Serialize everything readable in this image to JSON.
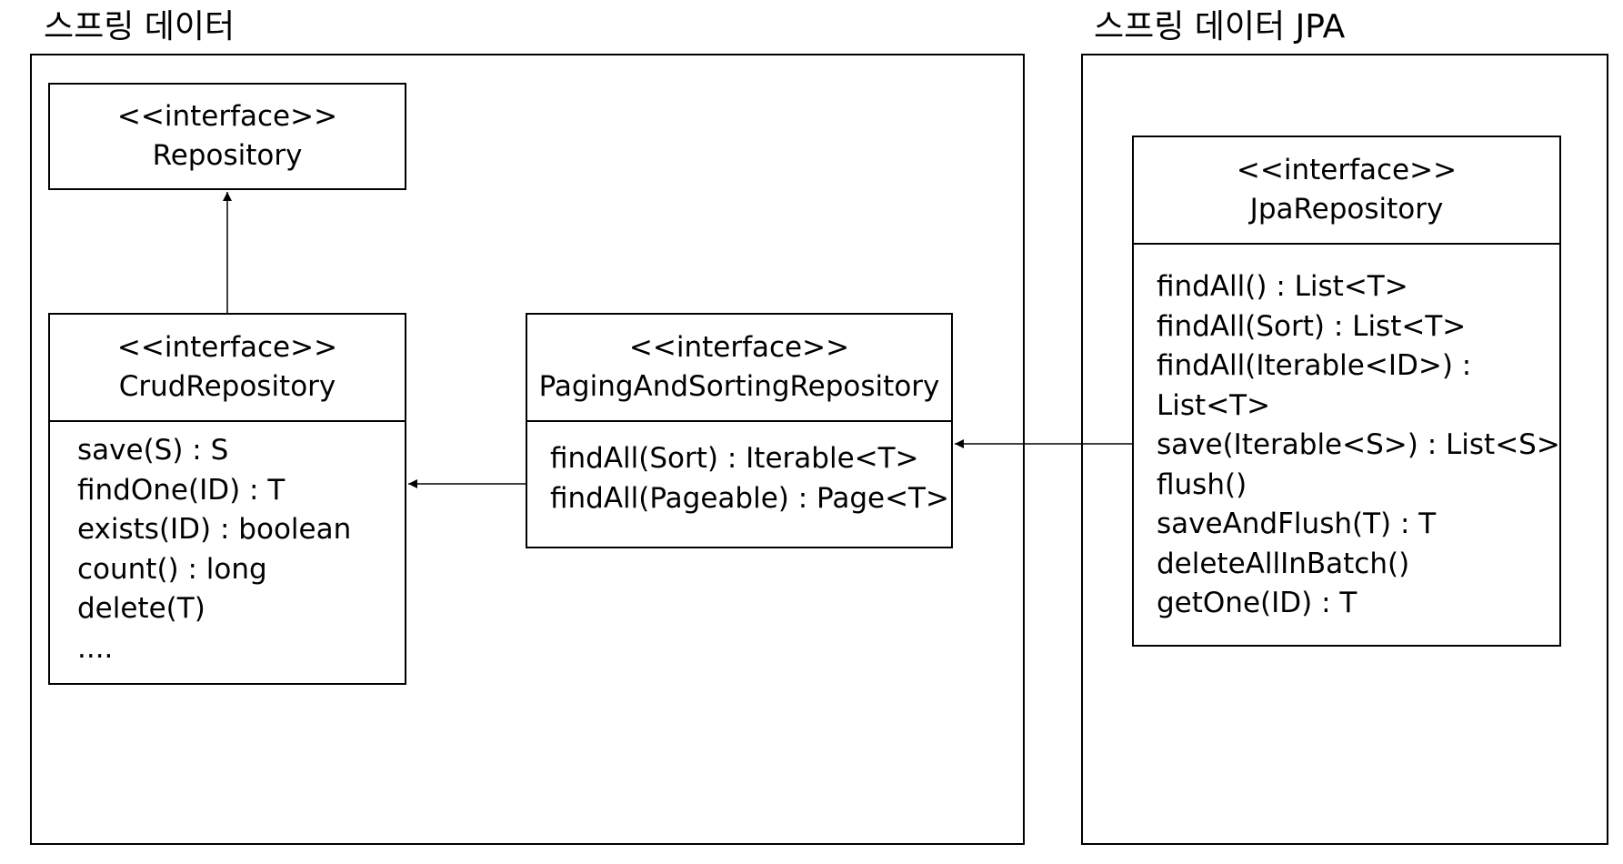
{
  "packages": {
    "spring_data": {
      "title": "스프링 데이터"
    },
    "spring_data_jpa": {
      "title": "스프링 데이터 JPA"
    }
  },
  "classes": {
    "repository": {
      "stereotype": "<<interface>>",
      "name": "Repository"
    },
    "crud_repository": {
      "stereotype": "<<interface>>",
      "name": "CrudRepository",
      "methods": [
        "save(S) : S",
        "findOne(ID) : T",
        "exists(ID) : boolean",
        "count() : long",
        "delete(T)",
        "...."
      ]
    },
    "paging_sorting_repository": {
      "stereotype": "<<interface>>",
      "name": "PagingAndSortingRepository",
      "methods": [
        "findAll(Sort) : Iterable<T>",
        "findAll(Pageable) : Page<T>"
      ]
    },
    "jpa_repository": {
      "stereotype": "<<interface>>",
      "name": "JpaRepository",
      "methods": [
        "findAll() : List<T>",
        "findAll(Sort) : List<T>",
        "findAll(Iterable<ID>) :",
        "List<T>",
        "save(Iterable<S>) : List<S>",
        "flush()",
        "saveAndFlush(T) : T",
        "deleteAllInBatch()",
        "getOne(ID) : T"
      ]
    }
  },
  "relations": [
    {
      "from": "CrudRepository",
      "to": "Repository",
      "kind": "inheritance"
    },
    {
      "from": "PagingAndSortingRepository",
      "to": "CrudRepository",
      "kind": "inheritance"
    },
    {
      "from": "JpaRepository",
      "to": "PagingAndSortingRepository",
      "kind": "inheritance"
    }
  ]
}
